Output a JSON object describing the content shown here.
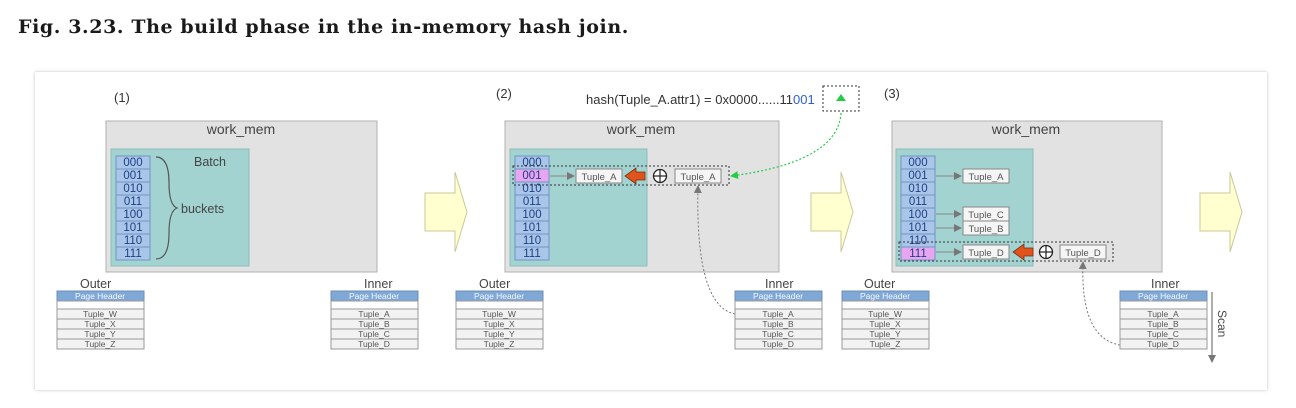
{
  "figure": {
    "caption": "Fig. 3.23. The build phase in the in-memory hash join."
  },
  "hash_expression": {
    "prefix": "hash(Tuple_A.attr1)  = 0x0000......11",
    "suffix": "001"
  },
  "panels": [
    {
      "step_label": "(1)",
      "work_mem_label": "work_mem",
      "bucket_ids": [
        "000",
        "001",
        "010",
        "011",
        "100",
        "101",
        "110",
        "111"
      ],
      "batch_label": "Batch",
      "buckets_label": "buckets",
      "outer_label": "Outer",
      "inner_label": "Inner"
    },
    {
      "step_label": "(2)",
      "work_mem_label": "work_mem",
      "bucket_ids": [
        "000",
        "001",
        "010",
        "011",
        "100",
        "101",
        "110",
        "111"
      ],
      "bucket_entries": [
        "Tuple_A"
      ],
      "incoming_tuple": "Tuple_A",
      "outer_label": "Outer",
      "inner_label": "Inner"
    },
    {
      "step_label": "(3)",
      "work_mem_label": "work_mem",
      "bucket_ids": [
        "000",
        "001",
        "010",
        "011",
        "100",
        "101",
        "110",
        "111"
      ],
      "bucket_entries": [
        "Tuple_A",
        "Tuple_C",
        "Tuple_B",
        "Tuple_D"
      ],
      "incoming_tuple": "Tuple_D",
      "outer_label": "Outer",
      "inner_label": "Inner",
      "scan_label": "Scan"
    }
  ],
  "tables": {
    "outer_rows": [
      "Page Header",
      "Tuple_W",
      "Tuple_X",
      "Tuple_Y",
      "Tuple_Z"
    ],
    "inner_rows": [
      "Page Header",
      "Tuple_A",
      "Tuple_B",
      "Tuple_C",
      "Tuple_D"
    ]
  },
  "colors": {
    "work_mem_bg": "#e2e2e2",
    "hash_table_bg": "#a2d3d1",
    "bucket_cell": "#a9c6e8",
    "highlight_cell": "#e8a6f0",
    "page_header": "#7fa8d6",
    "arrow_fill": "#ffffd0",
    "incoming_arrow": "#e0531d",
    "hash_link": "#22cc44"
  }
}
